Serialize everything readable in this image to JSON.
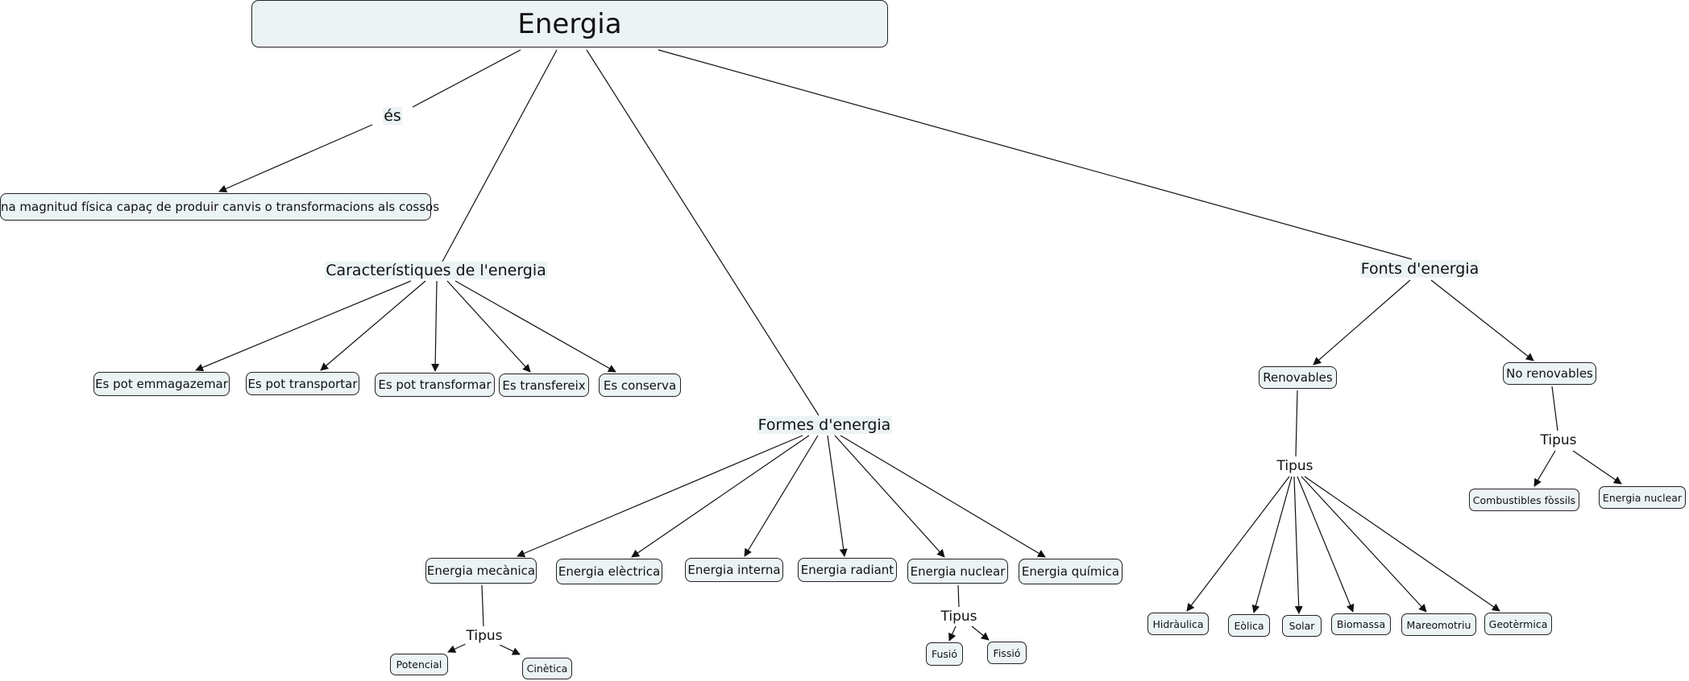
{
  "title": "Energia",
  "root": "Energia",
  "link_labels": {
    "is": "és",
    "characteristics": "Característiques de l'energia",
    "forms": "Formes d'energia",
    "sources": "Fonts d'energia",
    "types_mechanical": "Tipus",
    "types_nuclear": "Tipus",
    "types_renewable": "Tipus",
    "types_nonrenewable": "Tipus"
  },
  "definition": "Una magnitud física capaç de produir canvis o transformacions als cossos",
  "characteristics": [
    "Es pot emmagazemar",
    "Es pot transportar",
    "Es pot transformar",
    "Es transfereix",
    "Es conserva"
  ],
  "forms": [
    "Energia mecànica",
    "Energia elèctrica",
    "Energia interna",
    "Energia radiant",
    "Energia nuclear",
    "Energia química"
  ],
  "mechanical_types": [
    "Potencial",
    "Cinètica"
  ],
  "nuclear_types": [
    "Fusió",
    "Fissió"
  ],
  "sources": [
    "Renovables",
    "No renovables"
  ],
  "renewable_types": [
    "Hidràulica",
    "Eòlica",
    "Solar",
    "Biomassa",
    "Mareomotriu",
    "Geotèrmica"
  ],
  "nonrenewable_types": [
    "Combustibles fòssils",
    "Energia nuclear"
  ],
  "colors": {
    "node_fill": "#ecf3f5",
    "node_border": "#222222",
    "line": "#111111"
  }
}
